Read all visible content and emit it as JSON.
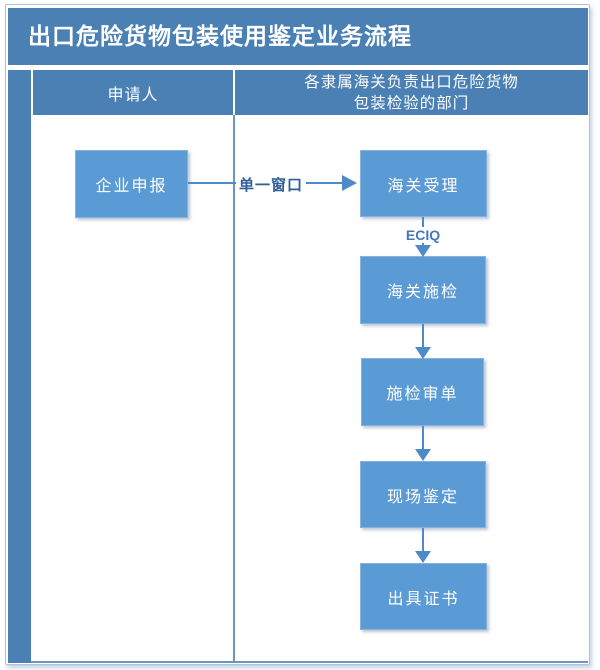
{
  "title": "出口危险货物包装使用鉴定业务流程",
  "lanes": {
    "applicant": "申请人",
    "customs": "各隶属海关负责出口危险货物\n包装检验的部门"
  },
  "nodes": {
    "declare": "企业申报",
    "accept": "海关受理",
    "inspect": "海关施检",
    "review": "施检审单",
    "onsite": "现场鉴定",
    "certificate": "出具证书"
  },
  "edges": {
    "single_window": "单一窗口",
    "eciq": "ECIQ"
  },
  "colors": {
    "header_blue": "#4a80b4",
    "node_blue": "#5b9bd5",
    "arrow_blue": "#4e8ac9",
    "border_blue": "#6e95c0"
  },
  "flow": [
    {
      "from": "企业申报",
      "to": "海关受理",
      "label": "单一窗口"
    },
    {
      "from": "海关受理",
      "to": "海关施检",
      "label": "ECIQ"
    },
    {
      "from": "海关施检",
      "to": "施检审单",
      "label": ""
    },
    {
      "from": "施检审单",
      "to": "现场鉴定",
      "label": ""
    },
    {
      "from": "现场鉴定",
      "to": "出具证书",
      "label": ""
    }
  ]
}
